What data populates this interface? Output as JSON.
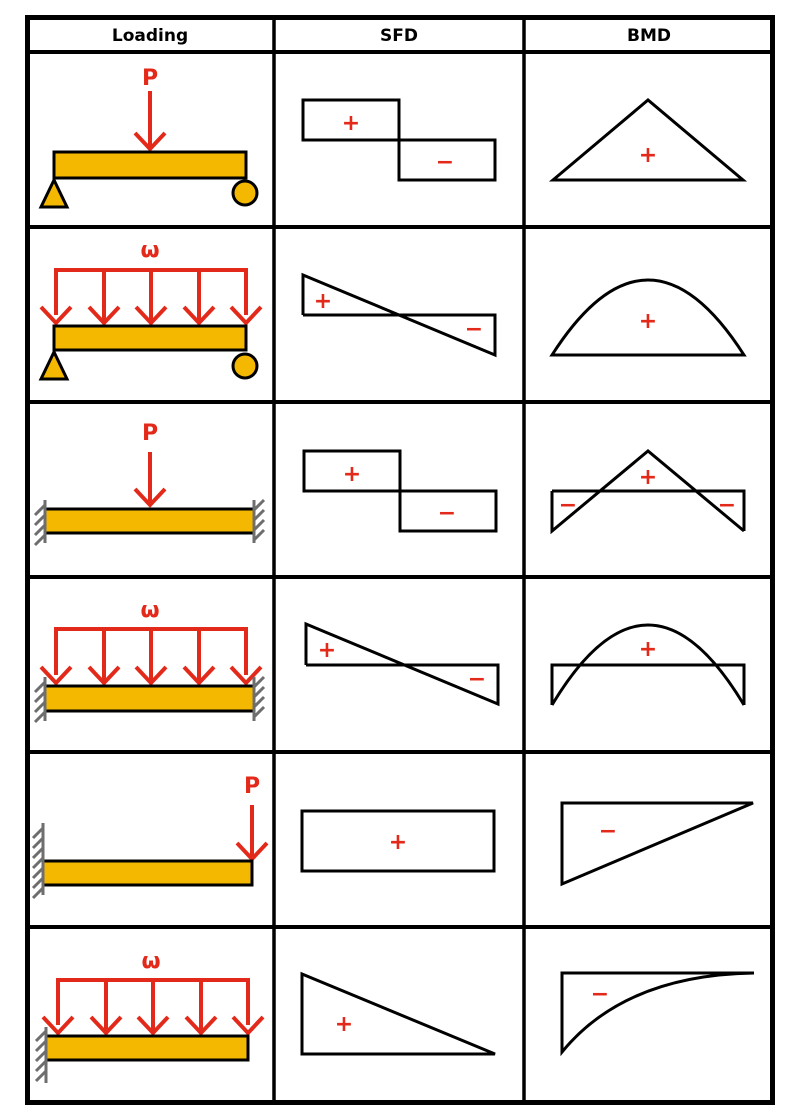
{
  "header": {
    "col_loading": "Loading",
    "col_sfd": "SFD",
    "col_bmd": "BMD"
  },
  "colors": {
    "beam_fill": "#f5b800",
    "load_red": "#e32a1a",
    "outline": "#000000",
    "wall_hatch": "#6e6e6e"
  },
  "rows": [
    {
      "support": "simply-supported",
      "load_type": "point-center",
      "load_label": "P",
      "sfd": {
        "shape": "step",
        "signs": [
          "+",
          "−"
        ]
      },
      "bmd": {
        "shape": "triangle",
        "signs": [
          "+"
        ]
      }
    },
    {
      "support": "simply-supported",
      "load_type": "uniform",
      "load_label": "ω",
      "sfd": {
        "shape": "linear-crossing",
        "signs": [
          "+",
          "−"
        ]
      },
      "bmd": {
        "shape": "parabola",
        "signs": [
          "+"
        ]
      }
    },
    {
      "support": "fixed-fixed",
      "load_type": "point-center",
      "load_label": "P",
      "sfd": {
        "shape": "step",
        "signs": [
          "+",
          "−"
        ]
      },
      "bmd": {
        "shape": "triangle-offset",
        "signs": [
          "−",
          "+",
          "−"
        ]
      }
    },
    {
      "support": "fixed-fixed",
      "load_type": "uniform",
      "load_label": "ω",
      "sfd": {
        "shape": "linear-crossing",
        "signs": [
          "+",
          "−"
        ]
      },
      "bmd": {
        "shape": "parabola-offset",
        "signs": [
          "+"
        ]
      }
    },
    {
      "support": "cantilever",
      "load_type": "point-end",
      "load_label": "P",
      "sfd": {
        "shape": "rectangle",
        "signs": [
          "+"
        ]
      },
      "bmd": {
        "shape": "triangle-linear",
        "signs": [
          "−"
        ]
      }
    },
    {
      "support": "cantilever",
      "load_type": "uniform",
      "load_label": "ω",
      "sfd": {
        "shape": "triangle-linear",
        "signs": [
          "+"
        ]
      },
      "bmd": {
        "shape": "parabola-cantilever",
        "signs": [
          "−"
        ]
      }
    }
  ]
}
